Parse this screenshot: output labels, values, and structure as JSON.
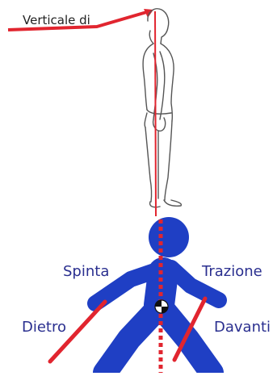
{
  "labels": {
    "top": "Verticale di",
    "push": "Spinta",
    "pull": "Trazione",
    "back": "Dietro",
    "front": "Davanti"
  },
  "colors": {
    "line_red": "#e1252f",
    "figure_blue": "#1f3fc4",
    "label_blue": "#2a2f8f",
    "outline": "#555555"
  },
  "icons": {
    "balance_marker": "checkered-center-of-mass-icon"
  }
}
